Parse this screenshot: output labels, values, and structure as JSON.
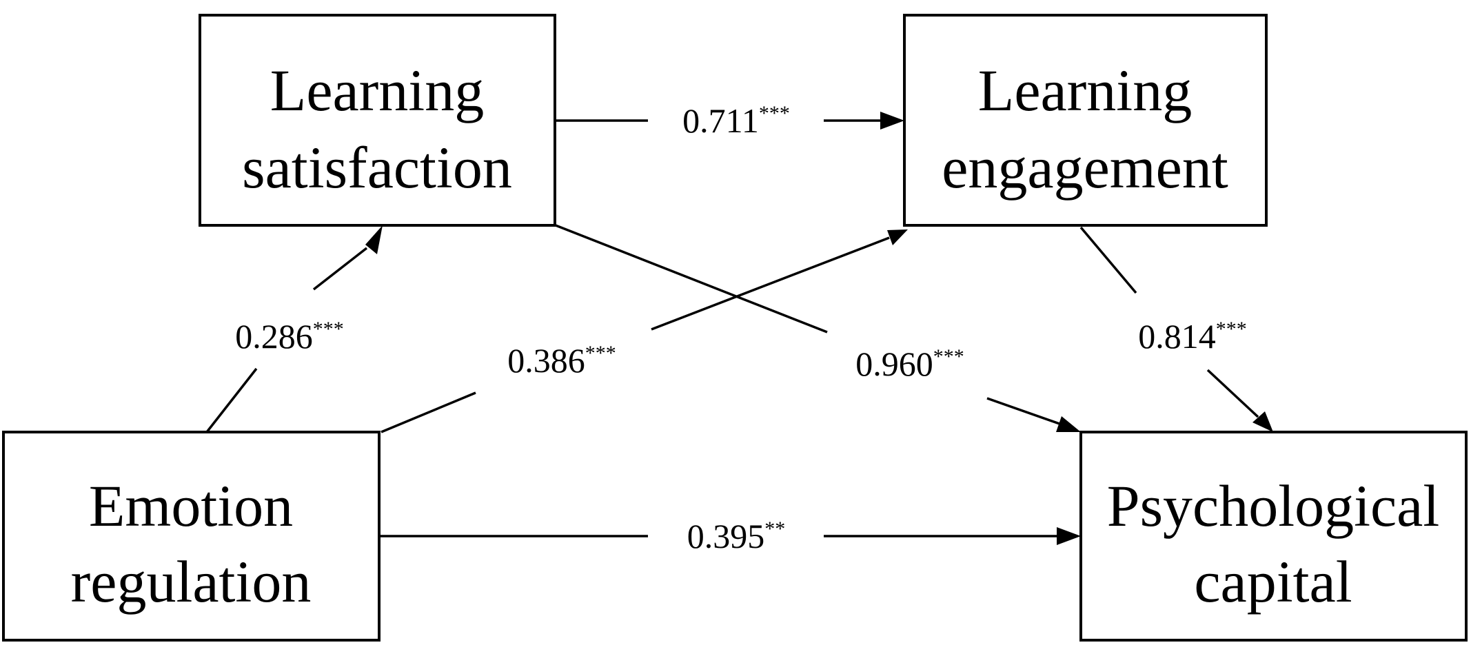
{
  "nodes": {
    "learning_satisfaction": {
      "line1": "Learning",
      "line2": "satisfaction"
    },
    "learning_engagement": {
      "line1": "Learning",
      "line2": "engagement"
    },
    "emotion_regulation": {
      "line1": "Emotion",
      "line2": "regulation"
    },
    "psychological_capital": {
      "line1": "Psychological",
      "line2": "capital"
    }
  },
  "paths": {
    "satisfaction_to_engagement": {
      "value": "0.711",
      "sig": "***"
    },
    "emotion_to_satisfaction": {
      "value": "0.286",
      "sig": "***"
    },
    "emotion_to_engagement": {
      "value": "0.386",
      "sig": "***"
    },
    "satisfaction_to_capital": {
      "value": "0.960",
      "sig": "***"
    },
    "engagement_to_capital": {
      "value": "0.814",
      "sig": "***"
    },
    "emotion_to_capital": {
      "value": "0.395",
      "sig": "**"
    }
  }
}
